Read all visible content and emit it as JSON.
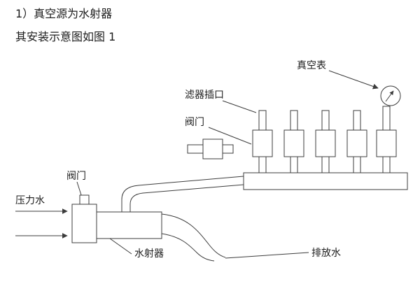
{
  "page": {
    "background": "#ffffff",
    "line_color": "#3c3c3c"
  },
  "heading": {
    "line1": "1）真空源为水射器",
    "line2": "其安装示意图如图 1"
  },
  "labels": {
    "vacuum_gauge": "真空表",
    "filter_port": "滤器插口",
    "manifold_valve": "阀门",
    "inlet_valve": "阀门",
    "pressure_water": "压力水",
    "water_ejector": "水射器",
    "discharge_water": "排放水"
  }
}
